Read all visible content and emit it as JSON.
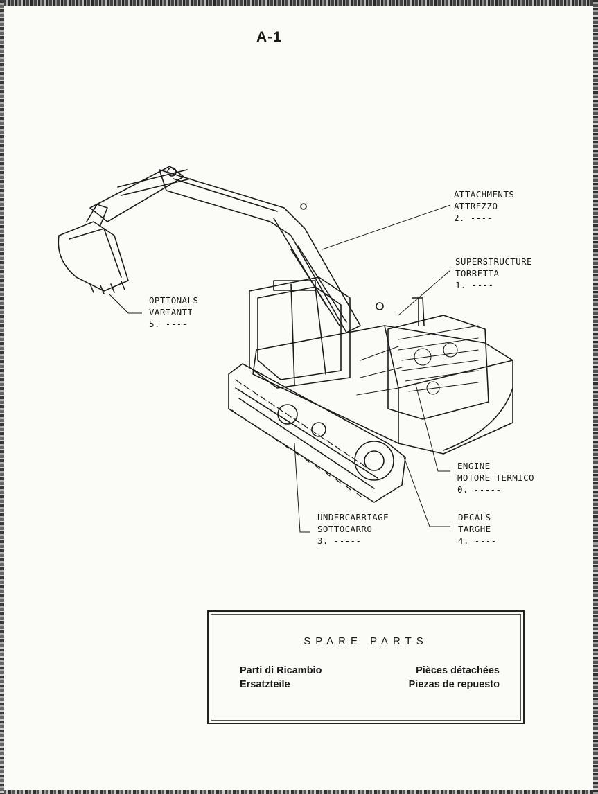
{
  "page_number": "A-1",
  "callouts": {
    "attachments": {
      "line1": "ATTACHMENTS",
      "line2": "ATTREZZO",
      "ref": "2. ----"
    },
    "superstructure": {
      "line1": "SUPERSTRUCTURE",
      "line2": "TORRETTA",
      "ref": "1. ----"
    },
    "optionals": {
      "line1": "OPTIONALS",
      "line2": "VARIANTI",
      "ref": "5. ----"
    },
    "engine": {
      "line1": "ENGINE",
      "line2": "MOTORE TERMICO",
      "ref": "0. -----"
    },
    "undercarriage": {
      "line1": "UNDERCARRIAGE",
      "line2": "SOTTOCARRO",
      "ref": "3. -----"
    },
    "decals": {
      "line1": "DECALS",
      "line2": "TARGHE",
      "ref": "4. ----"
    }
  },
  "spare_parts": {
    "title": "SPARE PARTS",
    "italian": "Parti di Ricambio",
    "german": "Ersatzteile",
    "french": "Pièces détachées",
    "spanish": "Piezas de repuesto"
  }
}
